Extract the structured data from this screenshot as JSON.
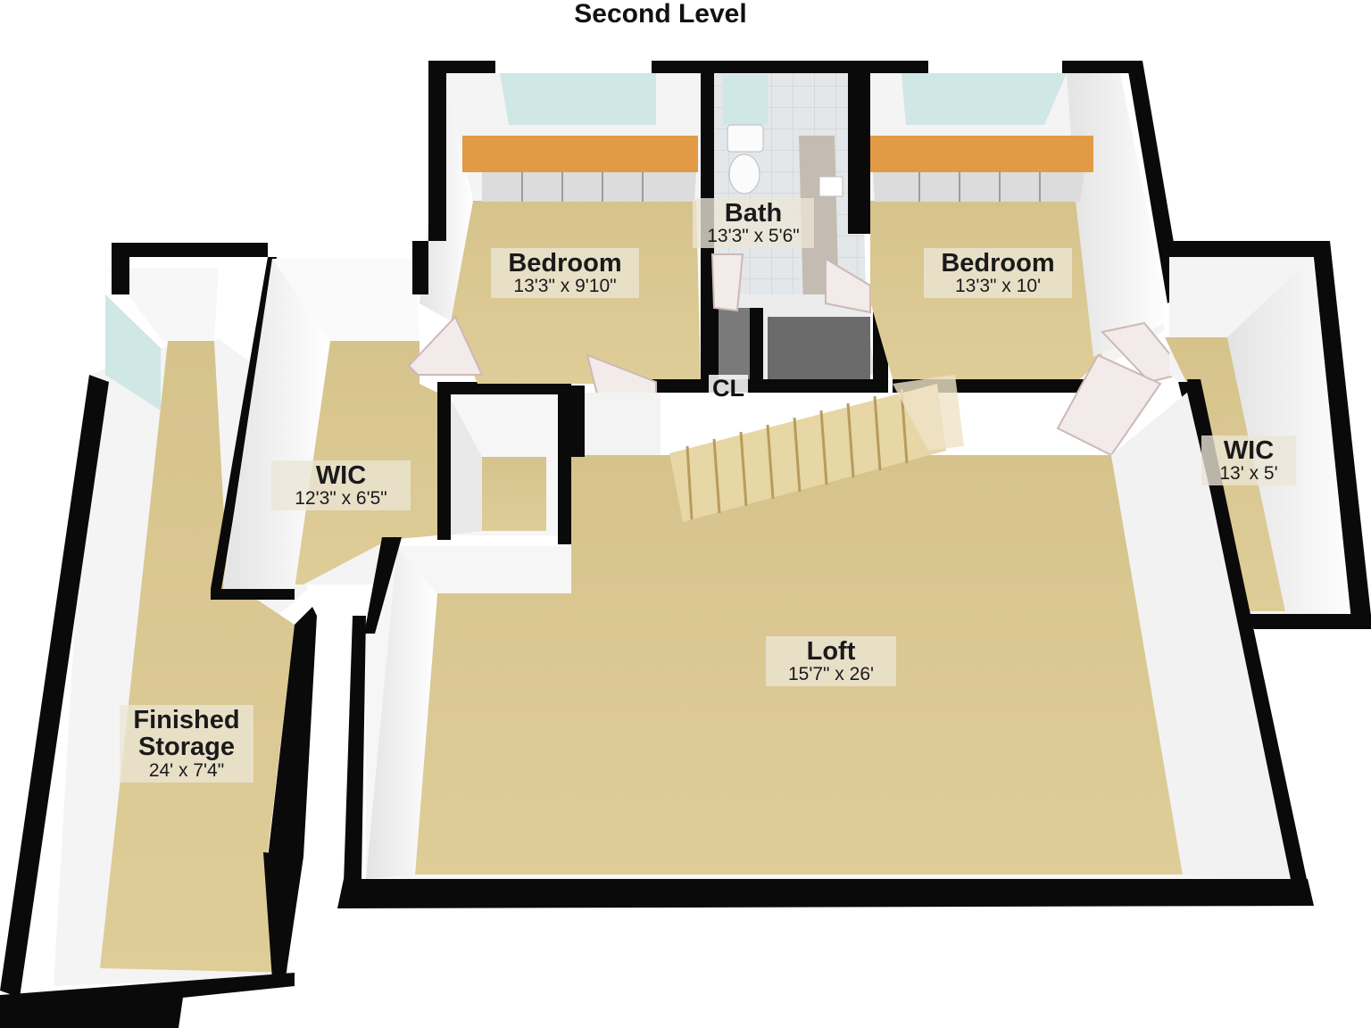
{
  "title": "Second Level",
  "rooms": {
    "bedroom_left": {
      "name": "Bedroom",
      "dims": "13'3\" x 9'10\""
    },
    "bath": {
      "name": "Bath",
      "dims": "13'3\" x 5'6\""
    },
    "bedroom_right": {
      "name": "Bedroom",
      "dims": "13'3\" x 10'"
    },
    "wic_left": {
      "name": "WIC",
      "dims": "12'3\" x 6'5\""
    },
    "wic_right": {
      "name": "WIC",
      "dims": "13' x 5'"
    },
    "loft": {
      "name": "Loft",
      "dims": "15'7\" x 26'"
    },
    "storage": {
      "name": "Finished Storage",
      "dims": "24' x 7'4\""
    },
    "closet": {
      "name": "CL"
    }
  },
  "colors": {
    "carpet": "#d9c68f",
    "wall_top": "#0a0a0a",
    "wall_face": "#f2f2f2",
    "cabinet_top": "#e39a44",
    "cabinet_front": "#dcdcdc",
    "window": "#cfe7e5",
    "tile": "#dfe2e4",
    "door": "#f3eaea"
  }
}
